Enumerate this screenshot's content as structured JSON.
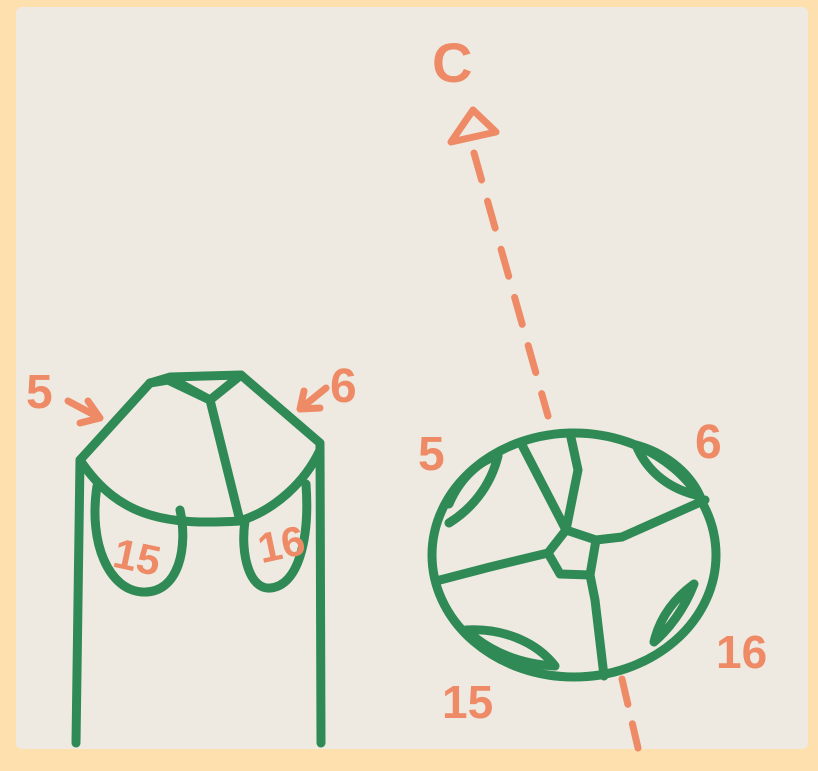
{
  "axis": {
    "label": "C",
    "symbol": "triangle"
  },
  "left_figure": {
    "label_top_left": "5",
    "label_top_right": "6",
    "label_lower_left": "15",
    "label_lower_right": "16"
  },
  "right_figure": {
    "label_top_left": "5",
    "label_top_right": "6",
    "label_lower_left": "15",
    "label_lower_right": "16"
  },
  "colors": {
    "background": "#fedfae",
    "paper": "#eeeae1",
    "green": "#2f8a55",
    "orange": "#ee8a66"
  }
}
